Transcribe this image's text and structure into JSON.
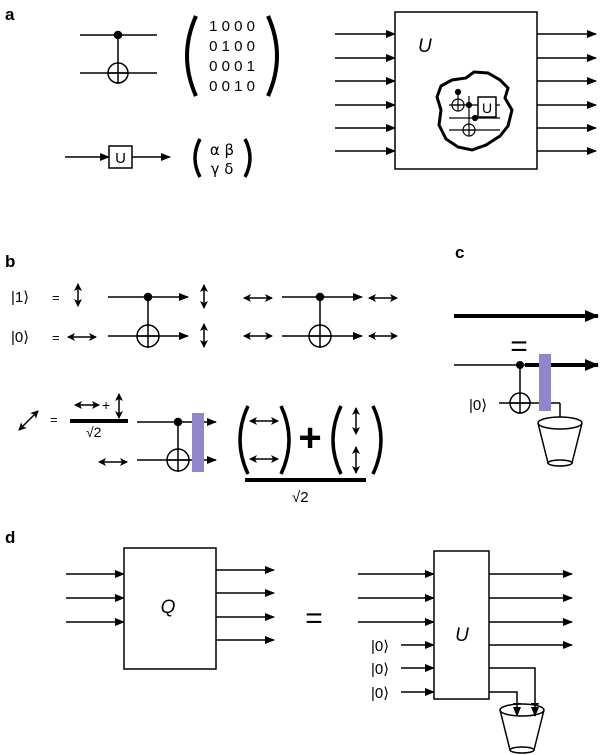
{
  "panels": {
    "a": "a",
    "b": "b",
    "c": "c",
    "d": "d"
  },
  "panel_a": {
    "matrix_rows": [
      "1 0 0 0",
      "0 1 0 0",
      "0 0 0 1",
      "0 0 1 0"
    ],
    "gate_label": "U",
    "unitary_row1": "α   β",
    "unitary_row2": "γ   δ",
    "box_label": "U",
    "inner_gate_label": "U"
  },
  "panel_b": {
    "ket1": "|1⟩",
    "ket0": "|0⟩",
    "eq": "=",
    "plus": "+",
    "sqrt2": "√2",
    "big_plus": "+",
    "sqrt2_big": "√2"
  },
  "panel_c": {
    "eq": "=",
    "ket0": "|0⟩"
  },
  "panel_d": {
    "q_label": "Q",
    "eq": "=",
    "u_label": "U",
    "ket0_a": "|0⟩",
    "ket0_b": "|0⟩",
    "ket0_c": "|0⟩"
  },
  "colors": {
    "measure_band": "#8f86cc",
    "ink": "#000000"
  }
}
